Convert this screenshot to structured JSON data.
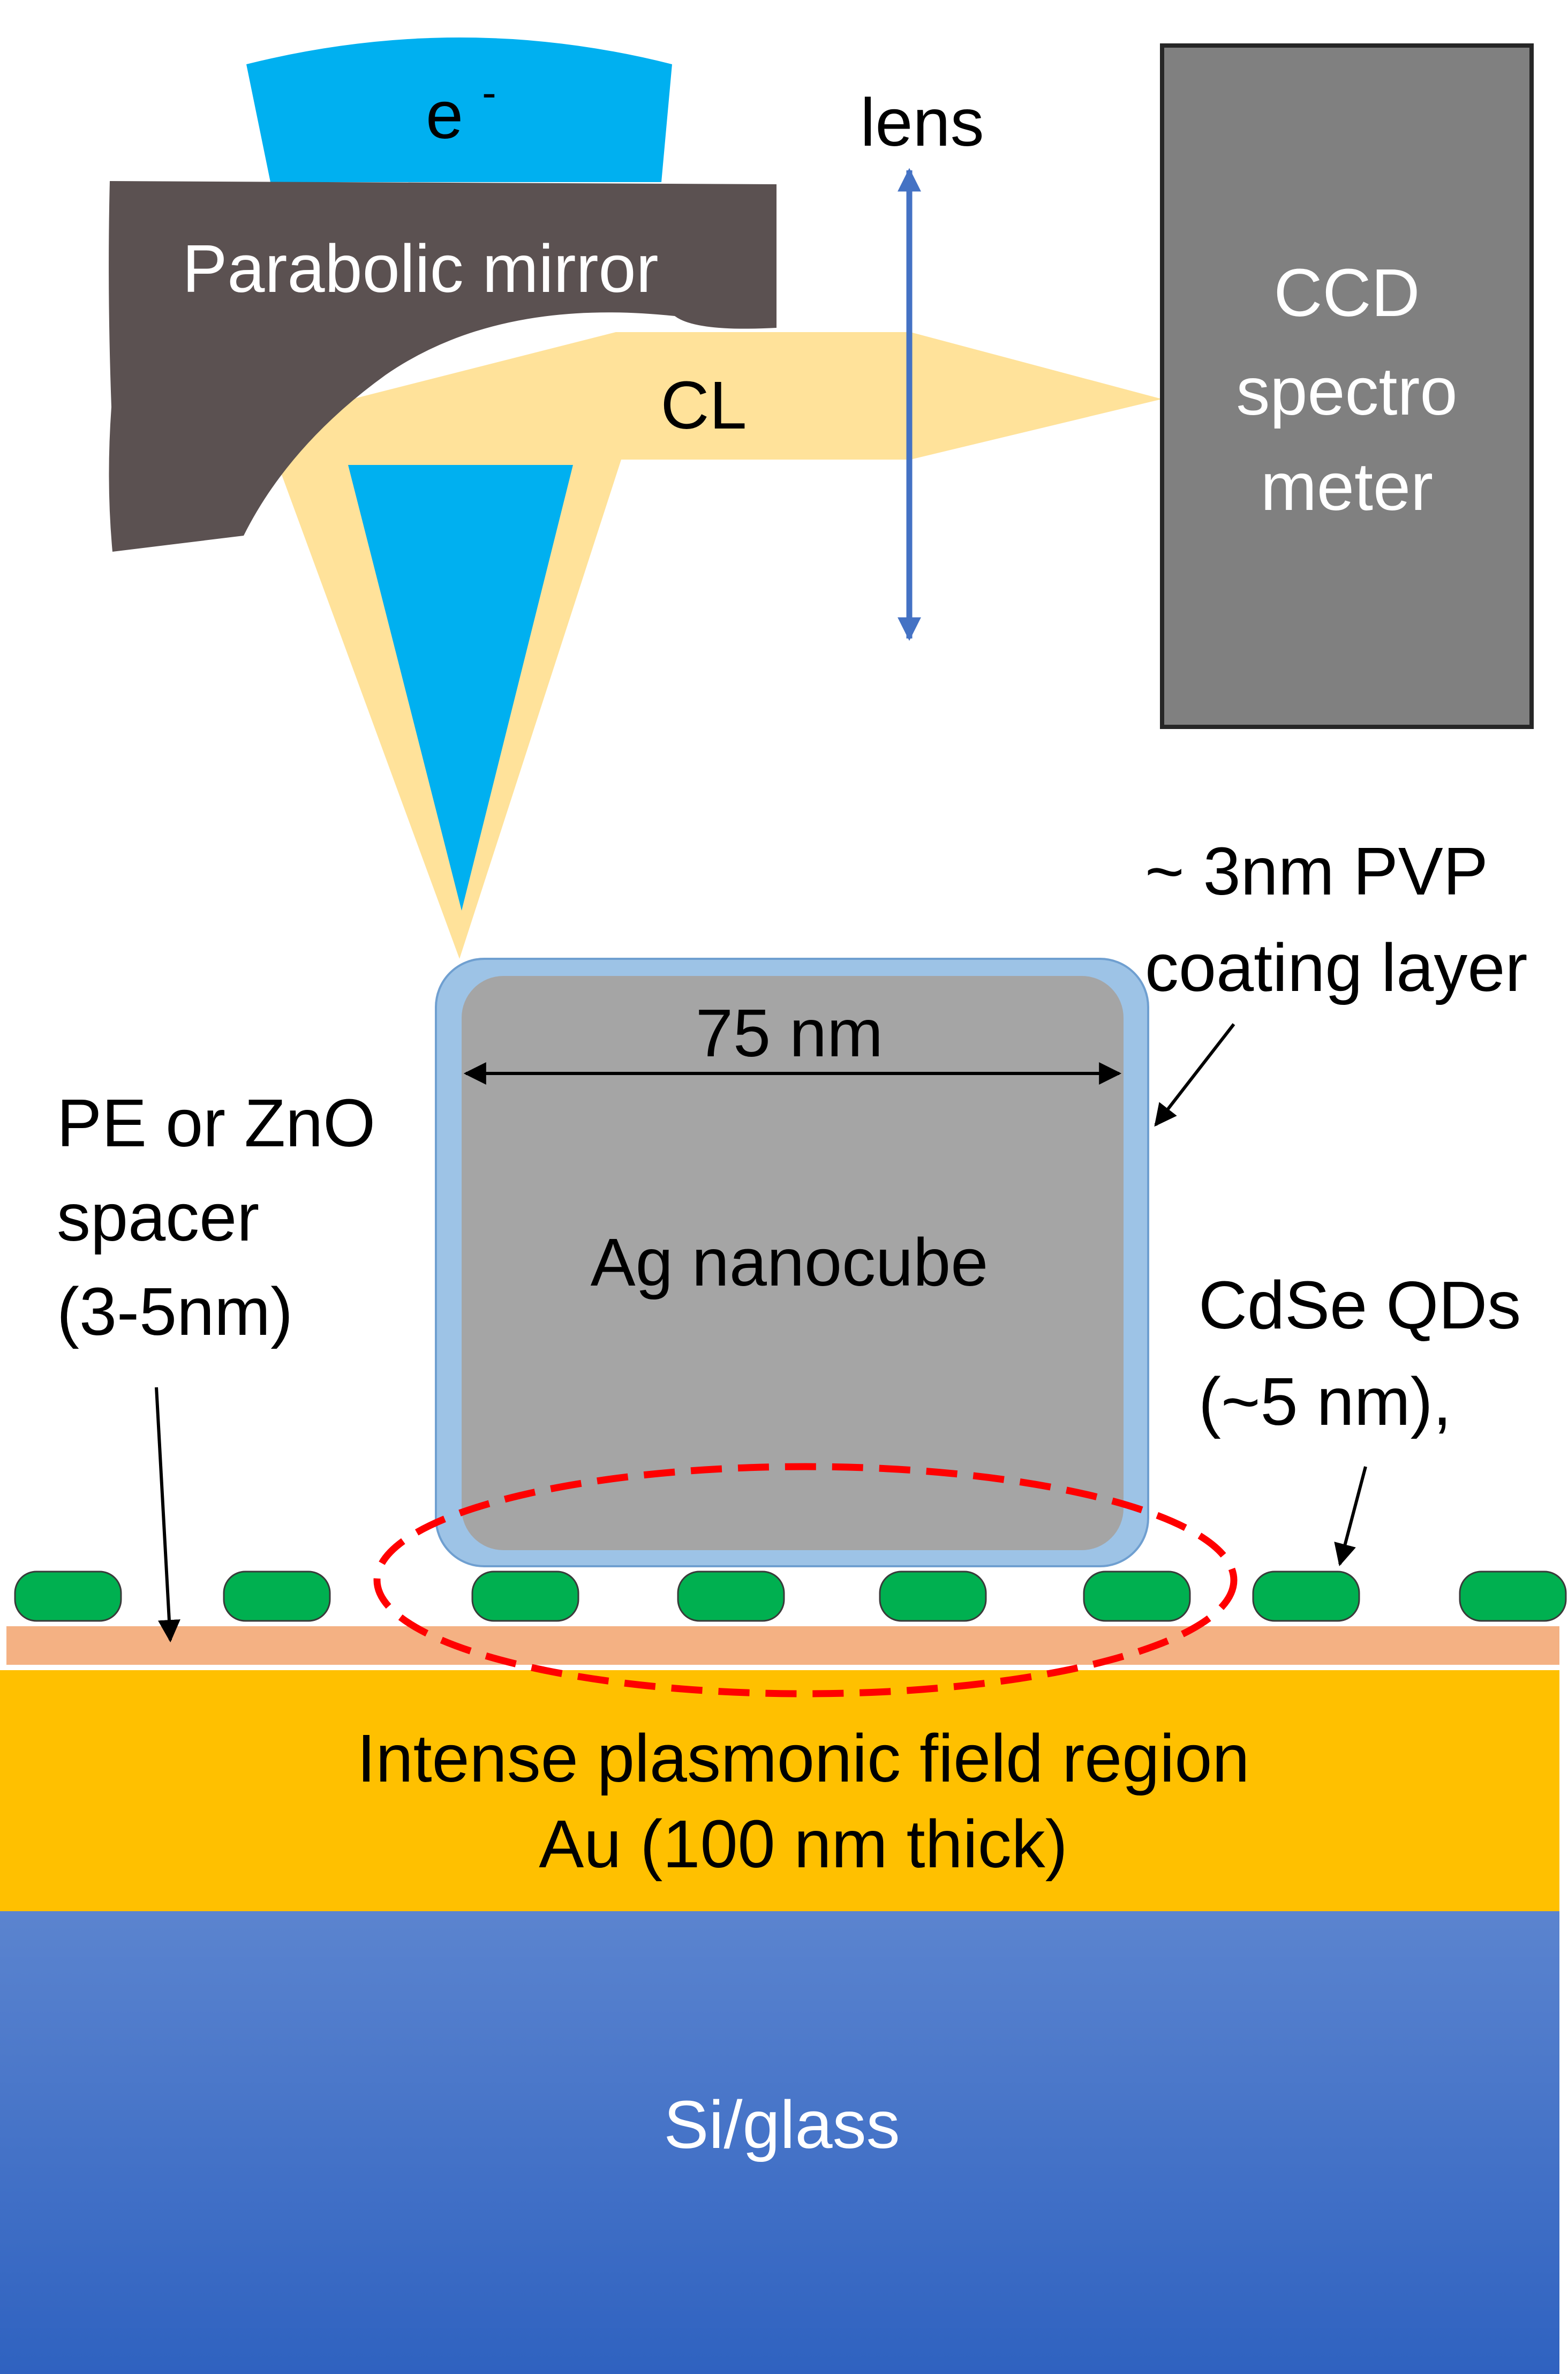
{
  "electron": {
    "symbol": "e",
    "superscript": "-"
  },
  "mirror": {
    "label": "Parabolic mirror"
  },
  "beam": {
    "label": "CL"
  },
  "lens": {
    "label": "lens"
  },
  "detector": {
    "lines": [
      "CCD",
      "spectro",
      "meter"
    ]
  },
  "coating": {
    "lines": [
      "~ 3nm PVP",
      "coating layer"
    ]
  },
  "nanocube": {
    "width_label": "75 nm",
    "label": "Ag nanocube"
  },
  "spacer": {
    "lines": [
      "PE or ZnO",
      "spacer",
      "(3-5nm)"
    ]
  },
  "quantum_dots": {
    "lines": [
      "CdSe QDs",
      "(~5 nm),"
    ]
  },
  "gold_layer": {
    "lines": [
      "Intense plasmonic field region",
      "Au (100 nm thick)"
    ]
  },
  "substrate": {
    "label": "Si/glass"
  },
  "colors": {
    "electron_beam": "#00b0f0",
    "mirror": "#5b5151",
    "cl_light": "#ffe29a",
    "lens_arrow": "#4472c4",
    "detector": "#808080",
    "nanocube": "#a5a5a5",
    "coating": "#9dc3e6",
    "quantum_dot": "#00b050",
    "spacer": "#f4b183",
    "gold": "#ffc000",
    "substrate": "#4472c4",
    "field_region_outline": "#ff0000"
  },
  "icons": [
    "arrow-icon",
    "double-arrow-icon"
  ]
}
